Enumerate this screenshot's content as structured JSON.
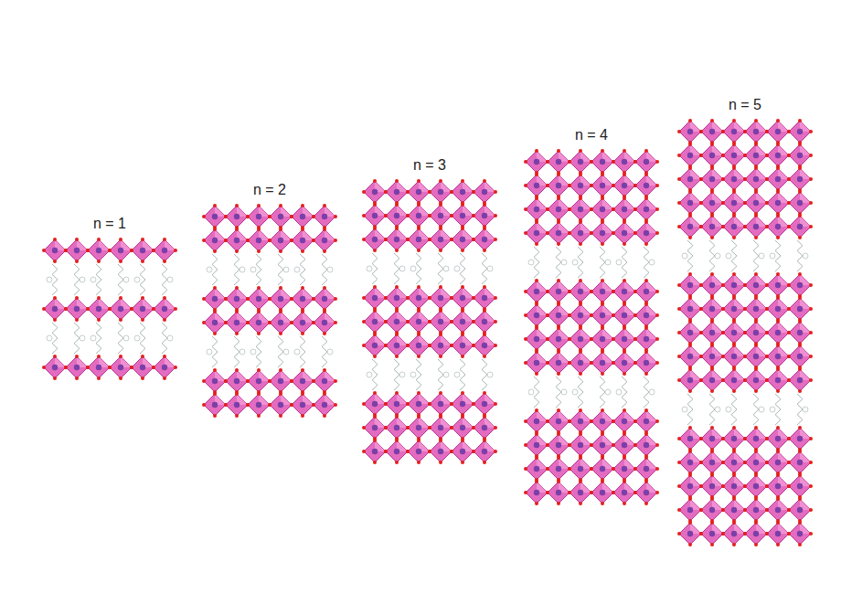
{
  "diagram": {
    "labels": [
      "n = 1",
      "n = 2",
      "n = 3",
      "n = 4",
      "n = 5"
    ]
  }
}
